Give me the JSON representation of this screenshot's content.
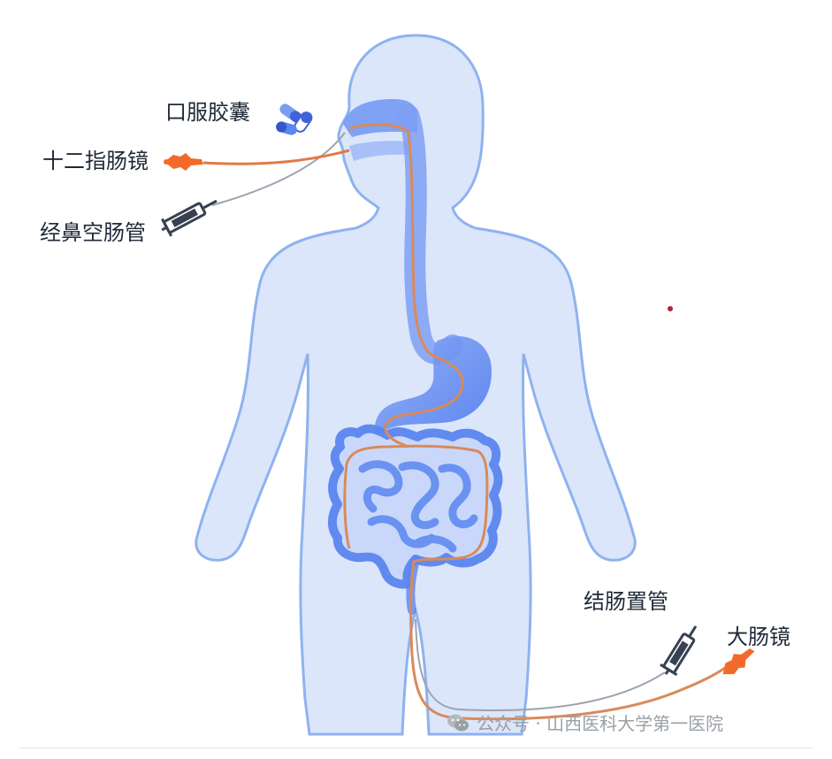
{
  "labels": {
    "oral_capsule": "口服胶囊",
    "duodenoscope": "十二指肠镜",
    "nasojejunal_tube": "经鼻空肠管",
    "colon_tube": "结肠置管",
    "colonoscope": "大肠镜"
  },
  "watermark": {
    "text": "公众号 · 山西医科大学第一医院",
    "icon": "wechat-icon"
  },
  "colors": {
    "body_fill": "#dbe6fb",
    "body_outline": "#8fb2ef",
    "organ_blue": "#5a86f0",
    "tract_line": "#d98a5a",
    "scope_orange": "#f26b2b",
    "dark_text": "#1f2937",
    "red_dot": "#b0223a"
  }
}
